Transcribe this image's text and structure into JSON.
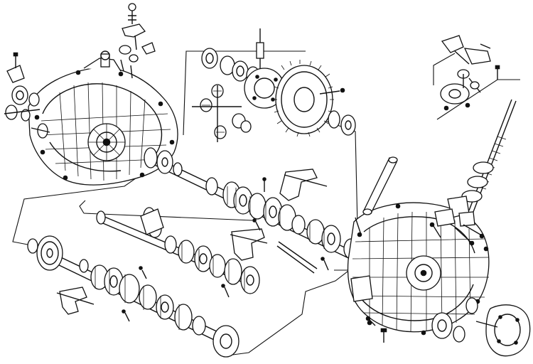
{
  "figure": {
    "kind": "exploded-view line drawing",
    "ink_color": "#111111",
    "paper_color": "#ffffff",
    "assemblies": [
      {
        "name": "front-transmission-case"
      },
      {
        "name": "differential-assembly"
      },
      {
        "name": "input-shaft-assembly"
      },
      {
        "name": "output-shaft-assembly"
      },
      {
        "name": "shift-forks"
      },
      {
        "name": "rear-transmission-case"
      },
      {
        "name": "selector-mechanism"
      }
    ]
  }
}
